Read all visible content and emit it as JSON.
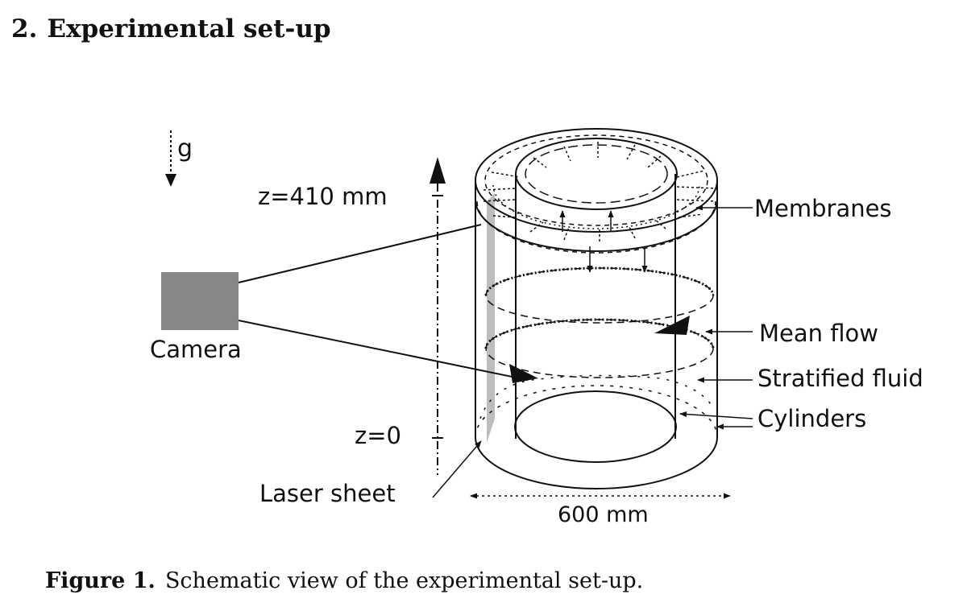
{
  "section": {
    "number": "2.",
    "title": "Experimental set-up"
  },
  "figure": {
    "gravity_label": "g",
    "z_top_label": "z=410 mm",
    "z_bottom_label": "z=0",
    "camera_label": "Camera",
    "laser_label": "Laser sheet",
    "width_label": "600 mm",
    "callouts": [
      "Membranes",
      "Mean flow",
      "Stratified fluid",
      "Cylinders"
    ],
    "camera_color": "#878787",
    "laser_color": "#bdbdbd"
  },
  "caption": {
    "label": "Figure 1.",
    "text": "Schematic view of the experimental set-up."
  }
}
